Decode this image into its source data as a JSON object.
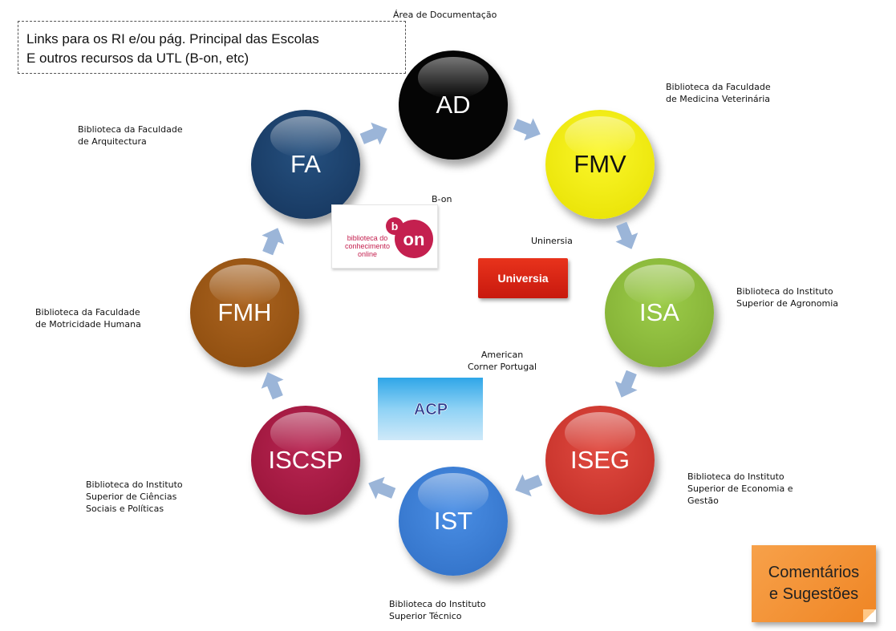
{
  "note": {
    "line1": "Links para os RI e/ou pág. Principal das Escolas",
    "line2": "E outros recursos da UTL (B-on, etc)"
  },
  "nodes": [
    {
      "id": "ad",
      "label": "AD",
      "color": "#000000",
      "desc": [
        "Área de Documentação"
      ]
    },
    {
      "id": "fmv",
      "label": "FMV",
      "color": "#f2ee00",
      "desc": [
        "Biblioteca da Faculdade",
        "de Medicina Veterinária"
      ]
    },
    {
      "id": "isa",
      "label": "ISA",
      "color": "#8dbb3b",
      "desc": [
        "Biblioteca do Instituto",
        "Superior de Agronomia"
      ]
    },
    {
      "id": "iseg",
      "label": "ISEG",
      "color": "#d43a32",
      "desc": [
        "Biblioteca do Instituto",
        "Superior de Economia e",
        "Gestão"
      ]
    },
    {
      "id": "ist",
      "label": "IST",
      "color": "#3b7fd6",
      "desc": [
        "Biblioteca do Instituto",
        "Superior Técnico"
      ]
    },
    {
      "id": "iscsp",
      "label": "ISCSP",
      "color": "#a51942",
      "desc": [
        "Biblioteca do Instituto",
        "Superior  de Ciências",
        "Sociais e Políticas"
      ]
    },
    {
      "id": "fmh",
      "label": "FMH",
      "color": "#9a5512",
      "desc": [
        "Biblioteca da Faculdade",
        "de Motricidade Humana"
      ]
    },
    {
      "id": "fa",
      "label": "FA",
      "color": "#1c3f6b",
      "desc": [
        "Biblioteca da Faculdade",
        "de Arquitectura"
      ]
    }
  ],
  "resources": {
    "bon_label": "B-on",
    "bon_logo": {
      "letter": "b",
      "word": "on",
      "text1": "biblioteca do",
      "text2": "conhecimento",
      "text3": "online"
    },
    "universia_label": "Uninersia",
    "universia_logo": "Universia",
    "acp_label1": "American",
    "acp_label2": "Corner Portugal",
    "acp_logo": "ACP"
  },
  "feedback": {
    "line1": "Comentários",
    "line2": "e Sugestões"
  },
  "colors": {
    "arrow": "#9bb5d8",
    "bon": "#c4204f"
  }
}
